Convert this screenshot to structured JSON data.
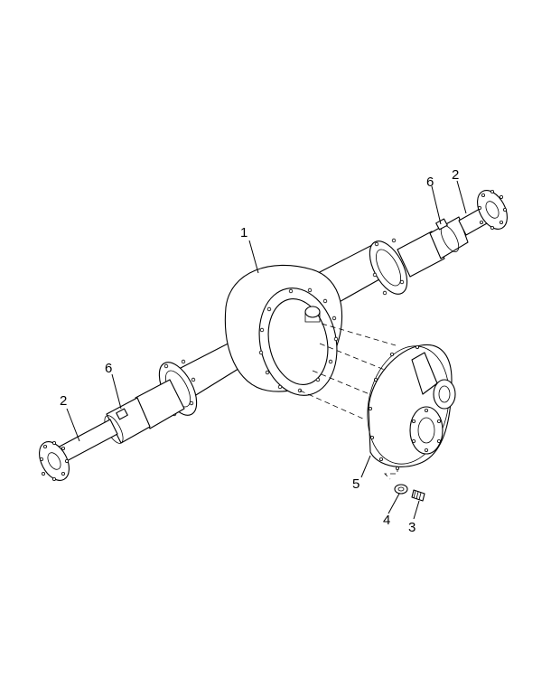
{
  "callouts": [
    {
      "id": "housing",
      "label": "1"
    },
    {
      "id": "axle-shaft-right",
      "label": "2"
    },
    {
      "id": "axle-shaft-left",
      "label": "2"
    },
    {
      "id": "bolt",
      "label": "3"
    },
    {
      "id": "washer",
      "label": "4"
    },
    {
      "id": "carrier-cover",
      "label": "5"
    },
    {
      "id": "clip-right",
      "label": "6"
    },
    {
      "id": "clip-left",
      "label": "6"
    }
  ],
  "colors": {
    "line": "#000000",
    "background": "#ffffff"
  }
}
